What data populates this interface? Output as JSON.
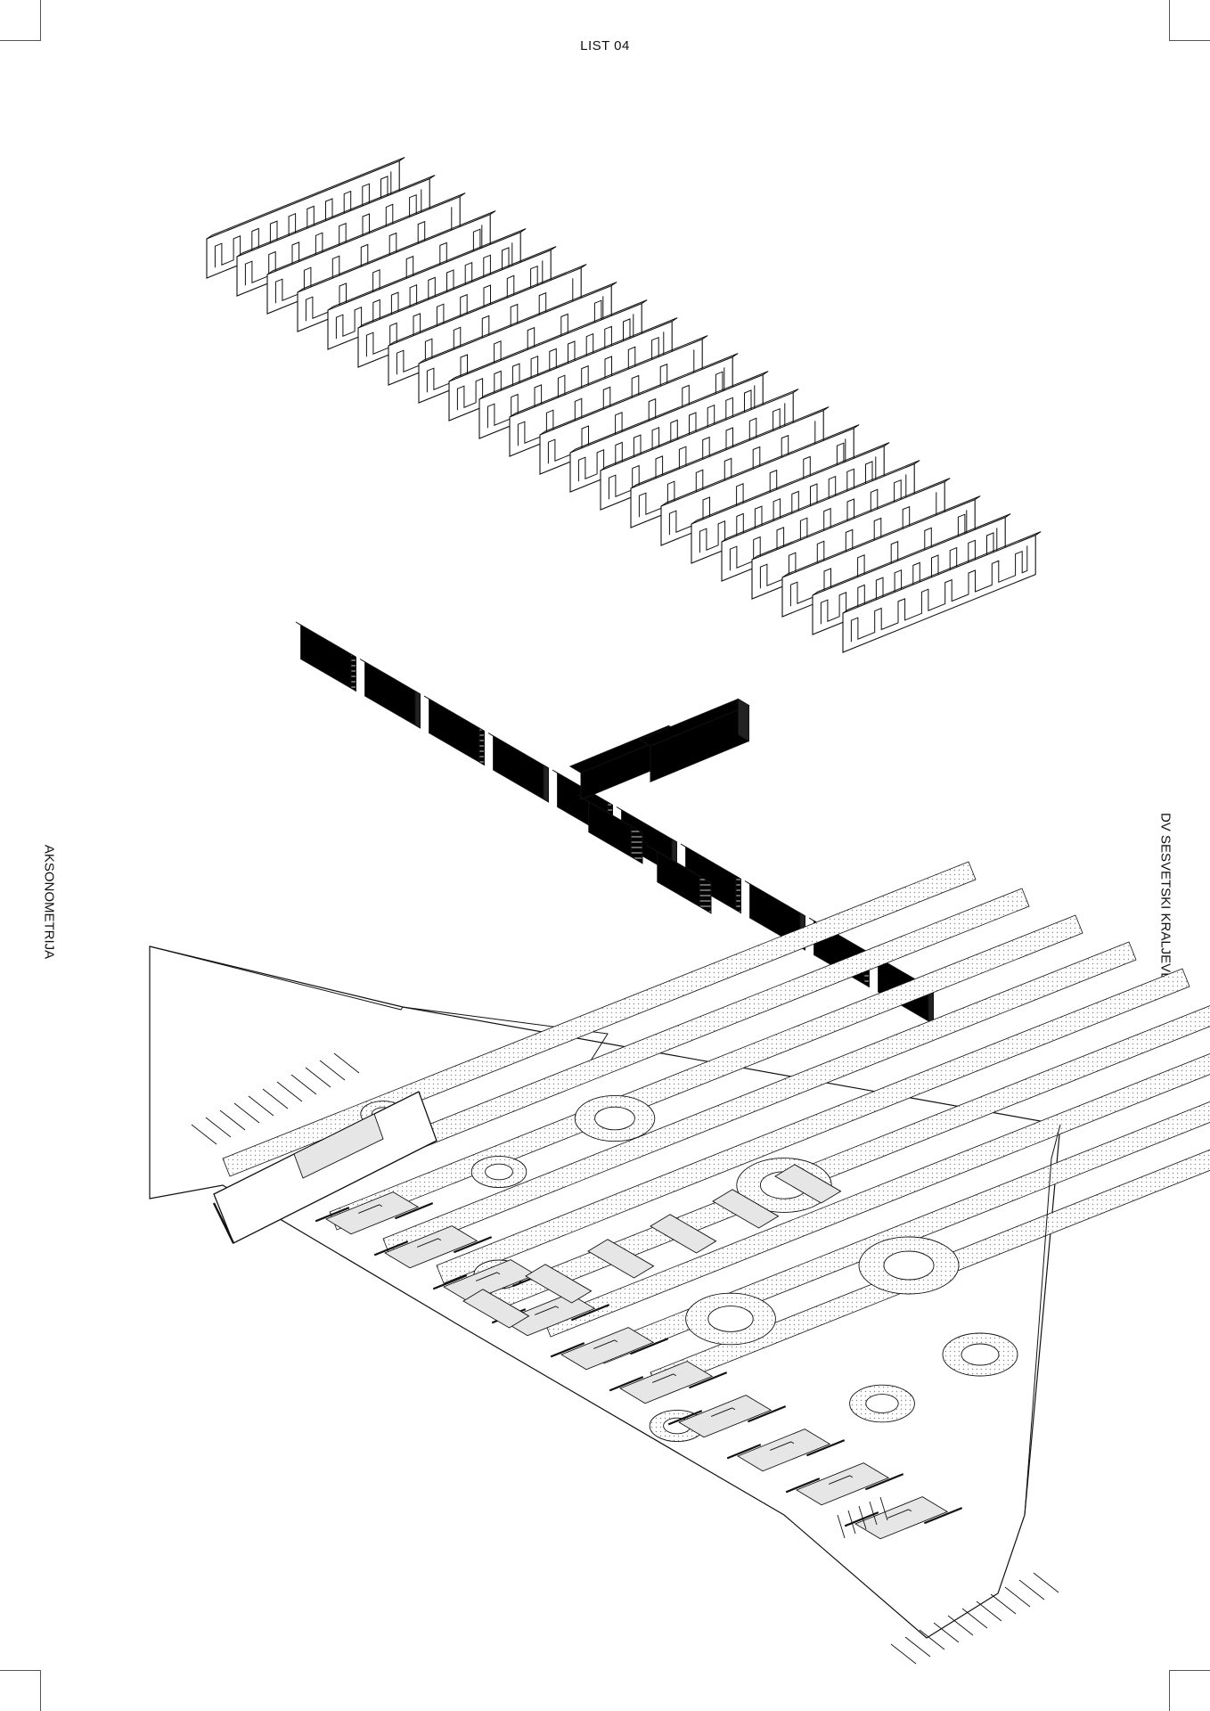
{
  "sheet": {
    "number_label": "LIST 04",
    "left_title": "AKSONOMETRIJA",
    "right_title": "DV SESVETSKI KRALJEVEC"
  },
  "drawing": {
    "upper_layer": "exploded wall outlines (wireframe slabs)",
    "middle_layer": "solid black building massing",
    "lower_layer": "site plan with ground floor and courtyards",
    "colors": {
      "line": "#111111",
      "fill_dark": "#000000",
      "fill_room": "#e6e6e6",
      "fill_dotted": "#cfcfcf",
      "background": "#ffffff"
    }
  }
}
